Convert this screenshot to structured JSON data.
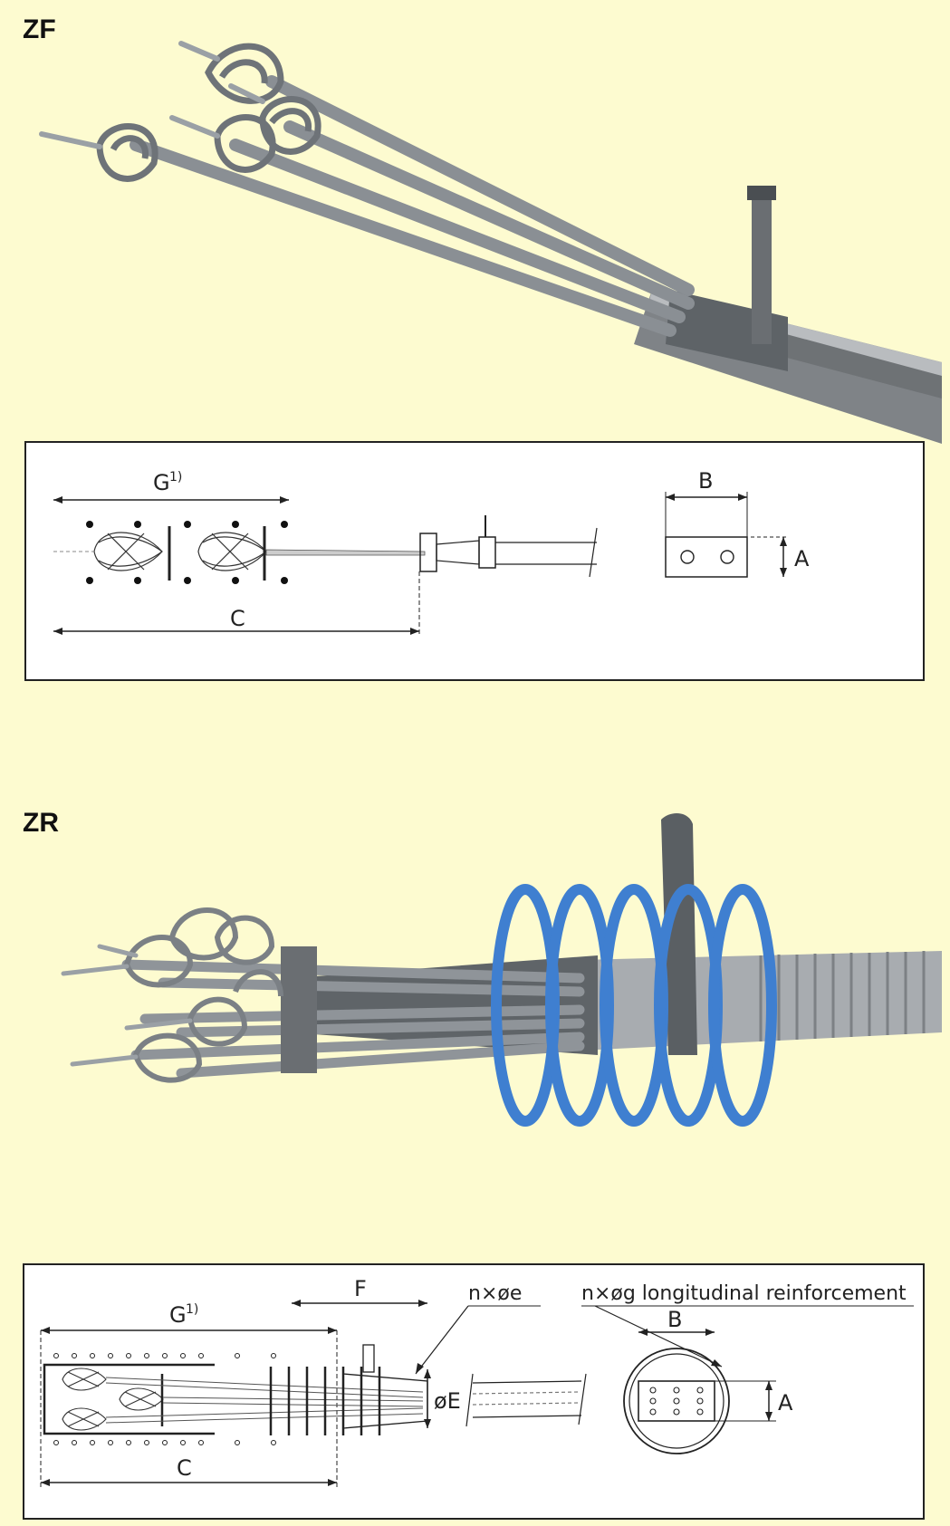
{
  "sections": {
    "zf": {
      "title": "ZF"
    },
    "zr": {
      "title": "ZR"
    }
  },
  "zf_drawing": {
    "dim_g": "G",
    "dim_g_sup": "1)",
    "dim_c": "C",
    "dim_b": "B",
    "dim_a": "A"
  },
  "zr_drawing": {
    "dim_g": "G",
    "dim_g_sup": "1)",
    "dim_c": "C",
    "dim_f": "F",
    "dim_e": "øE",
    "label_spiral": "n×øe",
    "label_long": "n×øg  longitudinal  reinforcement",
    "dim_b": "B",
    "dim_a": "A"
  },
  "colors": {
    "background": "#fdfbd0",
    "spiral": "#3f7fd0",
    "steel": "#8a8f94"
  }
}
